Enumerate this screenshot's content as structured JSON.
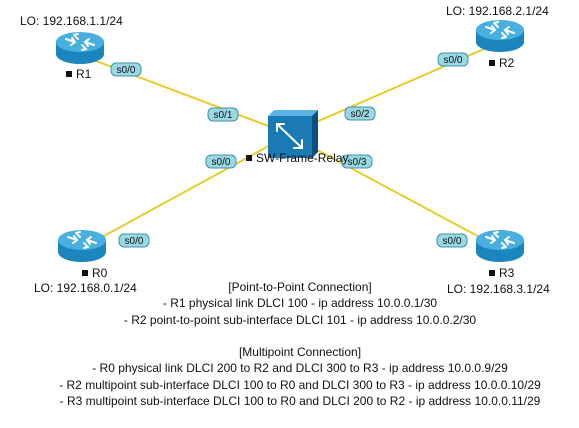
{
  "colors": {
    "link": "#e8cc2a",
    "port_fill": "#9ad7e3",
    "port_stroke": "#3d93ad",
    "router_body": "#1b86bd",
    "router_top": "#49aee0",
    "switch_front": "#1a7ab4",
    "switch_side": "#0d4f7a",
    "switch_top": "#5cb4e3"
  },
  "devices": {
    "r1": {
      "name": "R1",
      "loopback": "LO: 192.168.1.1/24",
      "icon": "router-icon"
    },
    "r2": {
      "name": "R2",
      "loopback": "LO: 192.168.2.1/24",
      "icon": "router-icon"
    },
    "r0": {
      "name": "R0",
      "loopback": "LO: 192.168.0.1/24",
      "icon": "router-icon"
    },
    "r3": {
      "name": "R3",
      "loopback": "LO: 192.168.3.1/24",
      "icon": "router-icon"
    },
    "sw": {
      "name": "SW-Frame-Relay",
      "icon": "frame-relay-switch-icon"
    }
  },
  "ports": {
    "r1": "s0/0",
    "r2": "s0/0",
    "r0": "s0/0",
    "r3": "s0/0",
    "sw_r1": "s0/1",
    "sw_r2": "s0/2",
    "sw_r0": "s0/0",
    "sw_r3": "s0/3"
  },
  "notes": {
    "p2p_title": "[Point-to-Point Connection]",
    "p2p_line1": "- R1 physical link DLCI 100 - ip address 10.0.0.1/30",
    "p2p_line2": "- R2 point-to-point sub-interface DLCI 101 - ip address 10.0.0.2/30",
    "mp_title": "[Multipoint Connection]",
    "mp_line1": "- R0 physical link DLCI 200 to R2 and DLCI 300 to R3 - ip address 10.0.0.9/29",
    "mp_line2": "- R2 multipoint sub-interface DLCI 100 to R0 and DLCI 300 to R3 - ip address 10.0.0.10/29",
    "mp_line3": "- R3 multipoint sub-interface DLCI 100 to R0 and DLCI 200 to R2 - ip address 10.0.0.11/29"
  }
}
